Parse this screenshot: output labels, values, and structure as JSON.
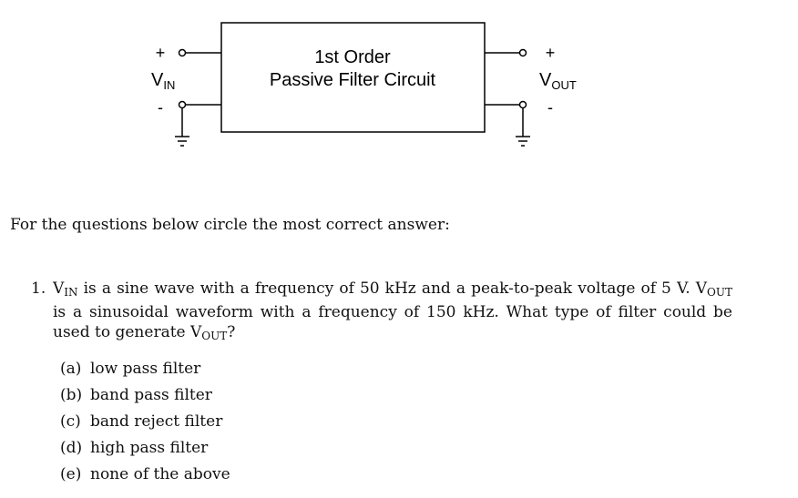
{
  "diagram": {
    "box_line1": "1st Order",
    "box_line2": "Passive Filter Circuit",
    "vin_plus": "+",
    "vin_main": "V",
    "vin_sub": "IN",
    "vin_minus": "-",
    "vout_plus": "+",
    "vout_main": "V",
    "vout_sub": "OUT",
    "vout_minus": "-"
  },
  "instruction": "For the questions below circle the most correct answer:",
  "question": {
    "number": "1.",
    "vin_main": "V",
    "vin_sub": "IN",
    "part1": " is a sine wave with a frequency of 50 kHz and a peak-to-peak voltage of 5 V. ",
    "vout_main": "V",
    "vout_sub": "OUT",
    "part2": " is a sinusoidal waveform with a frequency of 150 kHz. What type of filter could be used to generate ",
    "vout2_main": "V",
    "vout2_sub": "OUT",
    "part3": "?"
  },
  "options": [
    {
      "label": "(a)",
      "text": "low pass filter"
    },
    {
      "label": "(b)",
      "text": "band pass filter"
    },
    {
      "label": "(c)",
      "text": "band reject filter"
    },
    {
      "label": "(d)",
      "text": "high pass filter"
    },
    {
      "label": "(e)",
      "text": "none of the above"
    }
  ]
}
